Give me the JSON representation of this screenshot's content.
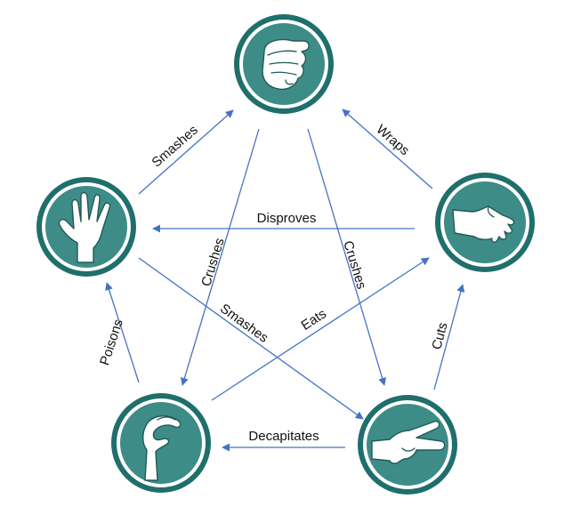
{
  "diagram": {
    "edge_labels": {
      "rock_smashes_lizard_top": "Smashes",
      "paper_wraps_rock": "Wraps",
      "paper_disproves_spock": "Disproves",
      "rock_crushes_lizard": "Crushes",
      "rock_crushes_scissors": "Crushes",
      "spock_smashes_scissors": "Smashes",
      "lizard_eats_paper": "Eats",
      "lizard_poisons_spock": "Poisons",
      "scissors_cuts_paper": "Cuts",
      "scissors_decapitates_lizard": "Decapitates"
    },
    "icons": {
      "rock": "rock-fist-icon",
      "paper": "paper-hand-icon",
      "scissors": "scissors-hand-icon",
      "lizard": "lizard-hand-icon",
      "spock": "spock-hand-icon"
    },
    "colors": {
      "arrow": "#4472c4",
      "node_dark": "#1f6f6c",
      "node_fill": "#3d8c87"
    }
  }
}
